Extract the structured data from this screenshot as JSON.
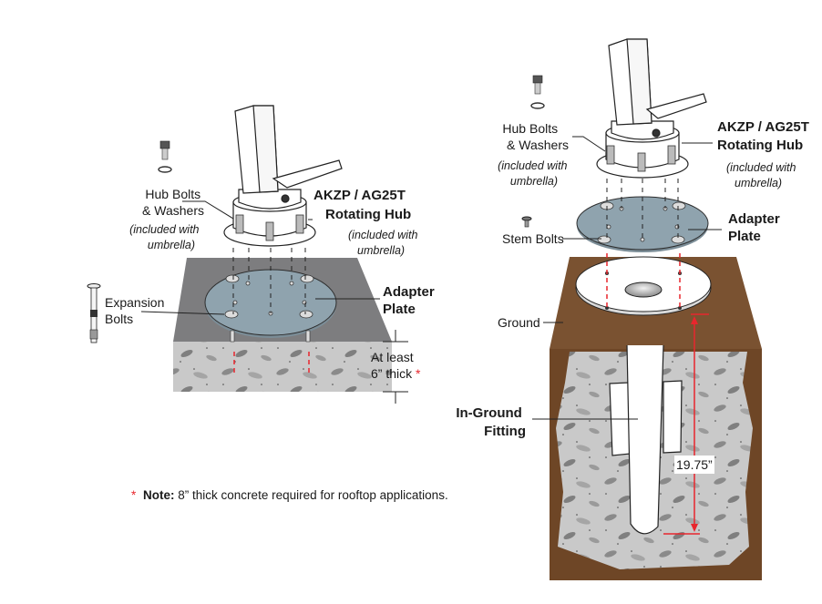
{
  "colors": {
    "accent_red": "#e8262d",
    "adapter_plate": "#8fa3ae",
    "concrete_light": "#c9c9c9",
    "concrete_top": "#7d7d7f",
    "soil_brown": "#7a5231",
    "soil_dark": "#6e4626"
  },
  "left_diagram": {
    "hub_bolts_label": [
      "Hub Bolts",
      "& Washers"
    ],
    "hub_bolts_note": [
      "(included with",
      "umbrella)"
    ],
    "hub_label": [
      "AKZP / AG25T",
      "Rotating Hub"
    ],
    "hub_note": [
      "(included with",
      "umbrella)"
    ],
    "expansion_label": [
      "Expansion",
      "Bolts"
    ],
    "adapter_label": [
      "Adapter",
      "Plate"
    ],
    "thickness_label": [
      "At least",
      "6” thick"
    ],
    "thickness_asterisk": "*"
  },
  "right_diagram": {
    "hub_bolts_label": [
      "Hub Bolts",
      "& Washers"
    ],
    "hub_bolts_note": [
      "(included with",
      "umbrella)"
    ],
    "hub_label": [
      "AKZP / AG25T",
      "Rotating Hub"
    ],
    "hub_note": [
      "(included with",
      "umbrella)"
    ],
    "stem_label": "Stem Bolts",
    "adapter_label": [
      "Adapter",
      "Plate"
    ],
    "ground_label": "Ground",
    "fitting_label": [
      "In-Ground",
      "Fitting"
    ],
    "depth_label": "19.75”"
  },
  "footnote": {
    "asterisk": "*",
    "bold": "Note:",
    "text": " 8” thick concrete required for rooftop applications."
  }
}
